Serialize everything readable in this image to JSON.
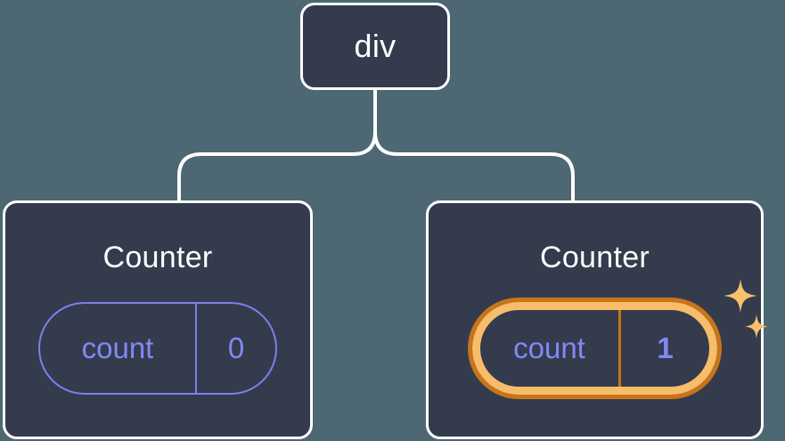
{
  "diagram": {
    "type": "component-tree",
    "background_color": "#4d6872",
    "node_fill_color": "#343b4c",
    "node_border_color": "#ffffff",
    "connector_color": "#ffffff",
    "accent_color": "#8189f5",
    "highlight_inner_color": "#f7bd6b",
    "highlight_outer_color": "#c8751a",
    "sparkle_color": "#f9c070"
  },
  "root": {
    "label": "div"
  },
  "children": [
    {
      "label": "Counter",
      "state": {
        "key": "count",
        "value": "0"
      },
      "highlighted": false,
      "sparkle": false
    },
    {
      "label": "Counter",
      "state": {
        "key": "count",
        "value": "1"
      },
      "highlighted": true,
      "sparkle": true
    }
  ]
}
